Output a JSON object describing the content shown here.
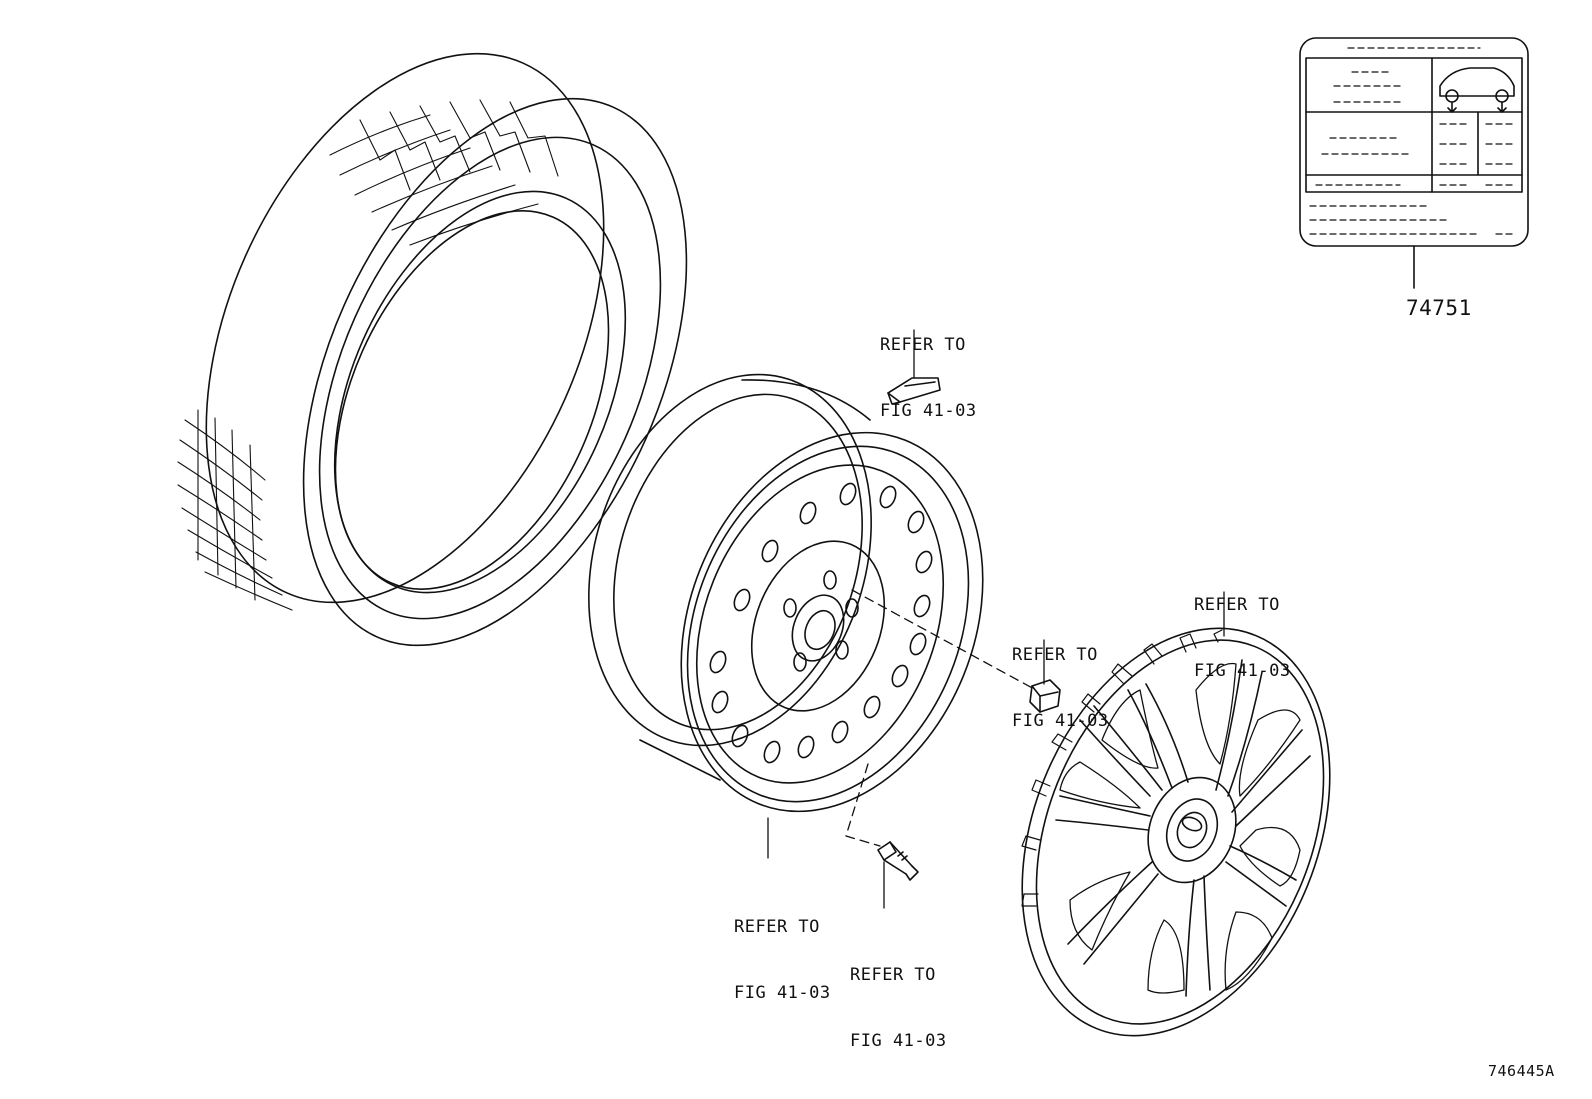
{
  "callouts": [
    {
      "id": "valve-sensor",
      "line1": "REFER TO",
      "line2": "FIG 41-03"
    },
    {
      "id": "lug-nut",
      "line1": "REFER TO",
      "line2": "FIG 41-03"
    },
    {
      "id": "wheel-cap",
      "line1": "REFER TO",
      "line2": "FIG 41-03"
    },
    {
      "id": "disc-wheel",
      "line1": "REFER TO",
      "line2": "FIG 41-03"
    },
    {
      "id": "valve-stem",
      "line1": "REFER TO",
      "line2": "FIG 41-03"
    }
  ],
  "label_part_number": "74751",
  "illustration_number": "746445A",
  "colors": {
    "line": "#111111",
    "background": "#ffffff"
  }
}
